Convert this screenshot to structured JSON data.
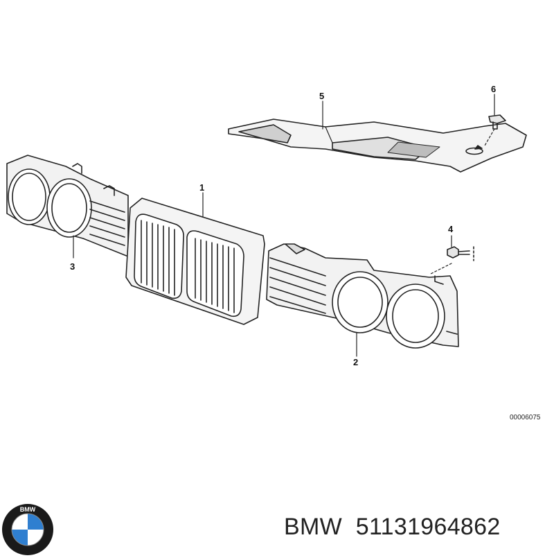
{
  "diagram": {
    "callouts": [
      {
        "id": "1",
        "label": "1"
      },
      {
        "id": "2",
        "label": "2"
      },
      {
        "id": "3",
        "label": "3"
      },
      {
        "id": "4",
        "label": "4"
      },
      {
        "id": "5",
        "label": "5"
      },
      {
        "id": "6",
        "label": "6"
      }
    ],
    "diagram_number": "00006075"
  },
  "footer": {
    "brand": "BMW",
    "part_number": "51131964862",
    "logo_letters": "BMW",
    "logo_colors": {
      "ring": "#1a1a1a",
      "blue": "#2f7fd0",
      "white": "#ffffff"
    }
  }
}
